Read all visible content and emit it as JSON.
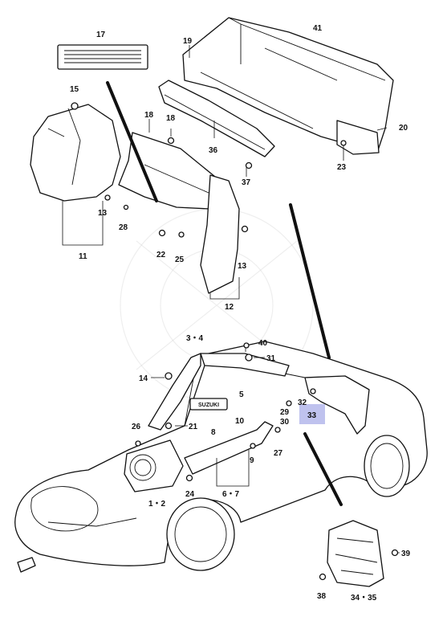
{
  "callouts": [
    {
      "id": "c17",
      "text": "17"
    },
    {
      "id": "c15",
      "text": "15"
    },
    {
      "id": "c19",
      "text": "19"
    },
    {
      "id": "c41",
      "text": "41"
    },
    {
      "id": "c18a",
      "text": "18"
    },
    {
      "id": "c18b",
      "text": "18"
    },
    {
      "id": "c36",
      "text": "36"
    },
    {
      "id": "c20",
      "text": "20"
    },
    {
      "id": "c23",
      "text": "23"
    },
    {
      "id": "c37",
      "text": "37"
    },
    {
      "id": "c13a",
      "text": "13"
    },
    {
      "id": "c13b",
      "text": "13"
    },
    {
      "id": "c28",
      "text": "28"
    },
    {
      "id": "c22",
      "text": "22"
    },
    {
      "id": "c25",
      "text": "25"
    },
    {
      "id": "c11",
      "text": "11"
    },
    {
      "id": "c12",
      "text": "12"
    },
    {
      "id": "c34",
      "text": "3・4"
    },
    {
      "id": "c40",
      "text": "40"
    },
    {
      "id": "c31",
      "text": "31"
    },
    {
      "id": "c14",
      "text": "14"
    },
    {
      "id": "c5",
      "text": "5"
    },
    {
      "id": "c32",
      "text": "32"
    },
    {
      "id": "c33",
      "text": "33"
    },
    {
      "id": "c26",
      "text": "26"
    },
    {
      "id": "c21",
      "text": "21"
    },
    {
      "id": "c8",
      "text": "8"
    },
    {
      "id": "c10",
      "text": "10"
    },
    {
      "id": "c29",
      "text": "29"
    },
    {
      "id": "c30",
      "text": "30"
    },
    {
      "id": "c27",
      "text": "27"
    },
    {
      "id": "c9",
      "text": "9"
    },
    {
      "id": "c67",
      "text": "6・7"
    },
    {
      "id": "c12b",
      "text": "1・2"
    },
    {
      "id": "c24",
      "text": "24"
    },
    {
      "id": "c39",
      "text": "39"
    },
    {
      "id": "c38",
      "text": "38"
    },
    {
      "id": "c3435",
      "text": "34・35"
    }
  ],
  "highlight": {
    "callout": "33",
    "color": "#8a8fe0"
  },
  "sticker_text": "SUZUKI"
}
